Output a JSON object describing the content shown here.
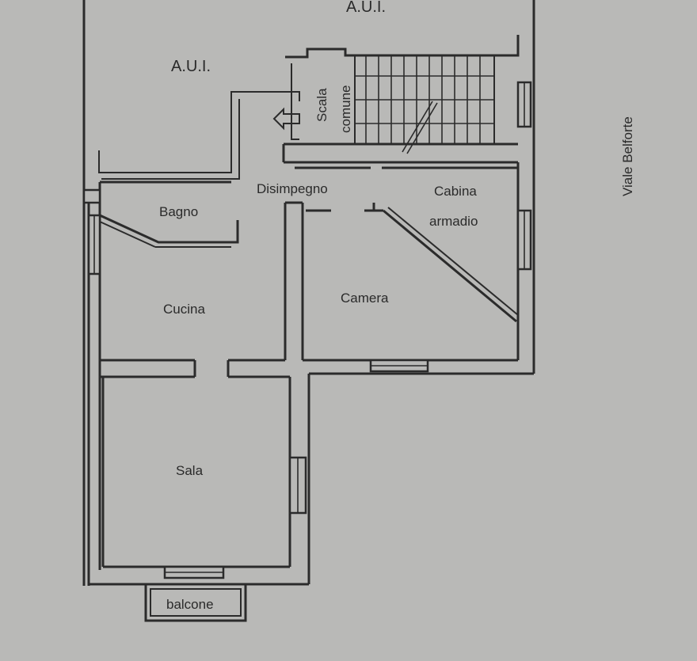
{
  "plan": {
    "labels": {
      "aui_top": "A.U.I.",
      "aui_left": "A.U.I.",
      "scala_comune_line1": "Scala",
      "scala_comune_line2": "comune",
      "disimpegno": "Disimpegno",
      "bagno": "Bagno",
      "cabina_line1": "Cabina",
      "cabina_line2": "armadio",
      "cucina": "Cucina",
      "camera": "Camera",
      "sala": "Sala",
      "balcone": "balcone",
      "street": "Viale Belforte"
    },
    "colors": {
      "paper": "#b9b9b7",
      "ink": "#2b2b2b"
    }
  }
}
